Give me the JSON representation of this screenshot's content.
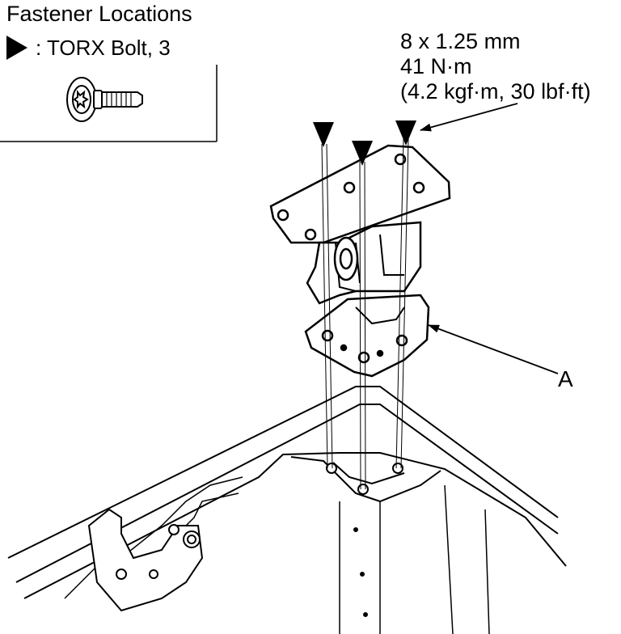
{
  "legend": {
    "title": "Fastener Locations",
    "item_label": ": TORX Bolt, 3",
    "marker_icon": "triangle-pointer-icon",
    "bolt_icon": "torx-bolt-icon"
  },
  "specification": {
    "size": "8 x 1.25 mm",
    "torque_nm": "41 N·m",
    "torque_alt": "(4.2 kgf·m, 30 lbf·ft)"
  },
  "callouts": {
    "part_a": "A"
  },
  "colors": {
    "ink": "#000000",
    "paper": "#ffffff"
  }
}
